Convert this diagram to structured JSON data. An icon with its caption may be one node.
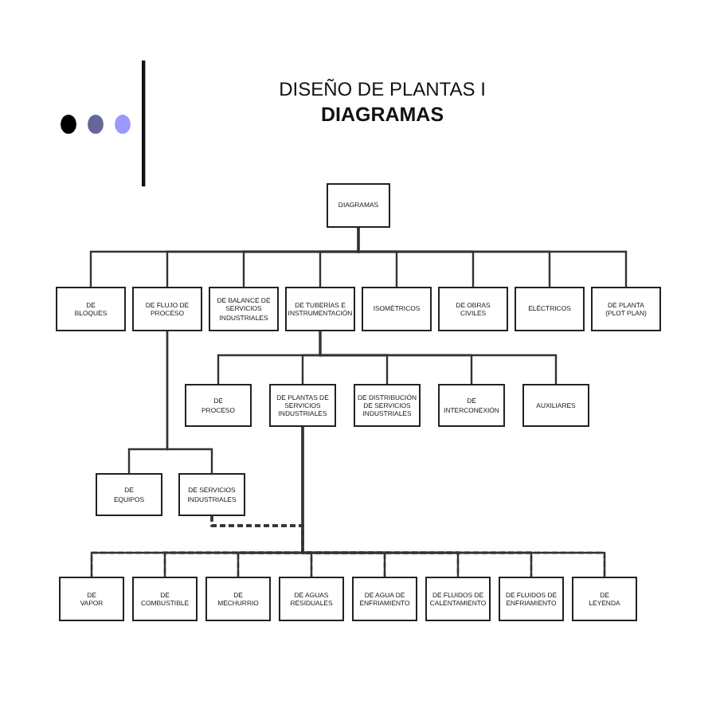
{
  "diagram": {
    "title": "DISEÑO DE PLANTAS I **DIAGRAMAS**",
    "nodes": [
      {
        "text": [
          "DIAGRAMAS"
        ]
      },
      {
        "text": [
          "DE BLOQUES"
        ]
      },
      {
        "text": [
          "DE FLUJO DE PROCESO"
        ]
      },
      {
        "text": [
          "DE BALANCE DE SERVICIOS INDUSTRIALES"
        ]
      },
      {
        "text": [
          "DE TUBERÍAS E INSTRUMENTACIÓN"
        ]
      },
      {
        "text": [
          "ISOMÉTRICOS"
        ]
      },
      {
        "text": [
          "DE OBRAS CIVILES"
        ]
      },
      {
        "text": [
          "ELÉCTRICOS"
        ]
      },
      {
        "text": [
          "DE PLANTA (PLOT PLAN)"
        ]
      },
      {
        "text": [
          "DE PROCESO"
        ]
      },
      {
        "text": [
          "DE PLANTAS DE SERVICIOS INDUSTRIALES"
        ]
      },
      {
        "text": [
          "DE DISTRIBUCIÓN DE SERVICIOS INDUSTRIALES"
        ]
      },
      {
        "text": [
          "DE INTERCONEXIÓN"
        ]
      },
      {
        "text": [
          "AUXILIARES"
        ]
      },
      {
        "text": [
          "DE EQUIPOS"
        ]
      },
      {
        "text": [
          "DE SERVICIOS INDUSTRIALES"
        ]
      },
      {
        "text": [
          "DE VAPOR"
        ]
      },
      {
        "text": [
          "DE COMBUSTIBLE"
        ]
      },
      {
        "text": [
          "DE MECHURRIO"
        ]
      },
      {
        "text": [
          "DE AGUAS RESIDUALES"
        ]
      },
      {
        "text": [
          "DE AGUA DE ENFRIAMIENTO"
        ]
      },
      {
        "text": [
          "DE FLUIDOS DE CALENTAMIENTO"
        ]
      },
      {
        "text": [
          "DE FLUIDOS DE ENFRIAMIENTO"
        ]
      },
      {
        "text": [
          "DE LEYENDA"
        ]
      }
    ],
    "edges": [
      {
        "from": 0,
        "to": 1,
        "arrow": "none"
      },
      {
        "from": 0,
        "to": 2,
        "arrow": "none"
      },
      {
        "from": 0,
        "to": 3,
        "arrow": "none"
      },
      {
        "from": 0,
        "to": 4,
        "arrow": "none"
      },
      {
        "from": 0,
        "to": 5,
        "arrow": "none"
      },
      {
        "from": 0,
        "to": 6,
        "arrow": "none"
      },
      {
        "from": 0,
        "to": 7,
        "arrow": "none"
      },
      {
        "from": 0,
        "to": 8,
        "arrow": "none"
      },
      {
        "from": 4,
        "to": 9,
        "arrow": "none"
      },
      {
        "from": 4,
        "to": 10,
        "arrow": "none"
      },
      {
        "from": 4,
        "to": 11,
        "arrow": "none"
      },
      {
        "from": 4,
        "to": 12,
        "arrow": "none"
      },
      {
        "from": 4,
        "to": 13,
        "arrow": "none"
      },
      {
        "from": 2,
        "to": 14,
        "arrow": "none"
      },
      {
        "from": 2,
        "to": 15,
        "arrow": "none"
      },
      {
        "from": 10,
        "to": 16,
        "arrow": "none"
      },
      {
        "from": 10,
        "to": 17,
        "arrow": "none"
      },
      {
        "from": 10,
        "to": 18,
        "arrow": "none"
      },
      {
        "from": 10,
        "to": 19,
        "arrow": "none"
      },
      {
        "from": 10,
        "to": 20,
        "arrow": "none"
      },
      {
        "from": 10,
        "to": 21,
        "arrow": "none"
      },
      {
        "from": 10,
        "to": 22,
        "arrow": "none"
      },
      {
        "from": 10,
        "to": 23,
        "arrow": "none"
      },
      {
        "from": 15,
        "to": 16,
        "arrow": "none",
        "style": "dashed"
      },
      {
        "from": 15,
        "to": 17,
        "arrow": "none",
        "style": "dashed"
      },
      {
        "from": 15,
        "to": 18,
        "arrow": "none",
        "style": "dashed"
      },
      {
        "from": 15,
        "to": 19,
        "arrow": "none",
        "style": "dashed"
      },
      {
        "from": 15,
        "to": 20,
        "arrow": "none",
        "style": "dashed"
      },
      {
        "from": 15,
        "to": 21,
        "arrow": "none",
        "style": "dashed"
      },
      {
        "from": 15,
        "to": 22,
        "arrow": "none",
        "style": "dashed"
      },
      {
        "from": 15,
        "to": 23,
        "arrow": "none",
        "style": "dashed"
      }
    ]
  }
}
